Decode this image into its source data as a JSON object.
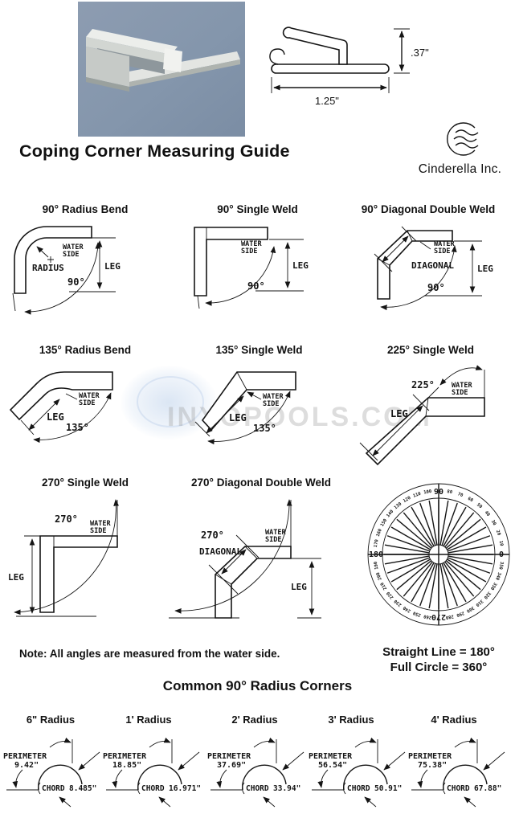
{
  "header": {
    "title": "Coping Corner Measuring Guide",
    "brand": "Cinderella Inc.",
    "profile": {
      "height": ".37\"",
      "width": "1.25\""
    }
  },
  "watermark": "INYOPOOLS.COM",
  "labels": {
    "water1": "WATER",
    "water2": "SIDE",
    "leg": "LEG",
    "radius": "RADIUS",
    "diagonal": "DIAGONAL"
  },
  "diagrams": [
    {
      "title": "90° Radius Bend",
      "angle": "90°"
    },
    {
      "title": "90° Single Weld",
      "angle": "90°"
    },
    {
      "title": "90° Diagonal Double Weld",
      "angle": "90°"
    },
    {
      "title": "135° Radius Bend",
      "angle": "135°"
    },
    {
      "title": "135° Single Weld",
      "angle": "135°"
    },
    {
      "title": "225° Single Weld",
      "angle": "225°"
    },
    {
      "title": "270° Single Weld",
      "angle": "270°"
    },
    {
      "title": "270° Diagonal Double Weld",
      "angle": "270°"
    }
  ],
  "protractor": {
    "major_labels": [
      {
        "angle": 0,
        "text": "0"
      },
      {
        "angle": 90,
        "text": "90"
      },
      {
        "angle": 180,
        "text": "180"
      },
      {
        "angle": 270,
        "text": "270"
      }
    ],
    "tick_step_degrees": 10,
    "captions": [
      "Straight Line = 180°",
      "Full Circle = 360°"
    ]
  },
  "note": "Note:  All angles are measured from the water side.",
  "radius_corners": {
    "section_title": "Common 90° Radius Corners",
    "perimeter_label": "PERIMETER",
    "chord_label": "CHORD",
    "items": [
      {
        "title": "6\" Radius",
        "perimeter": "9.42\"",
        "chord": "8.485\""
      },
      {
        "title": "1' Radius",
        "perimeter": "18.85\"",
        "chord": "16.971\""
      },
      {
        "title": "2' Radius",
        "perimeter": "37.69\"",
        "chord": "33.94\""
      },
      {
        "title": "3' Radius",
        "perimeter": "56.54\"",
        "chord": "50.91\""
      },
      {
        "title": "4' Radius",
        "perimeter": "75.38\"",
        "chord": "67.88\""
      }
    ]
  }
}
